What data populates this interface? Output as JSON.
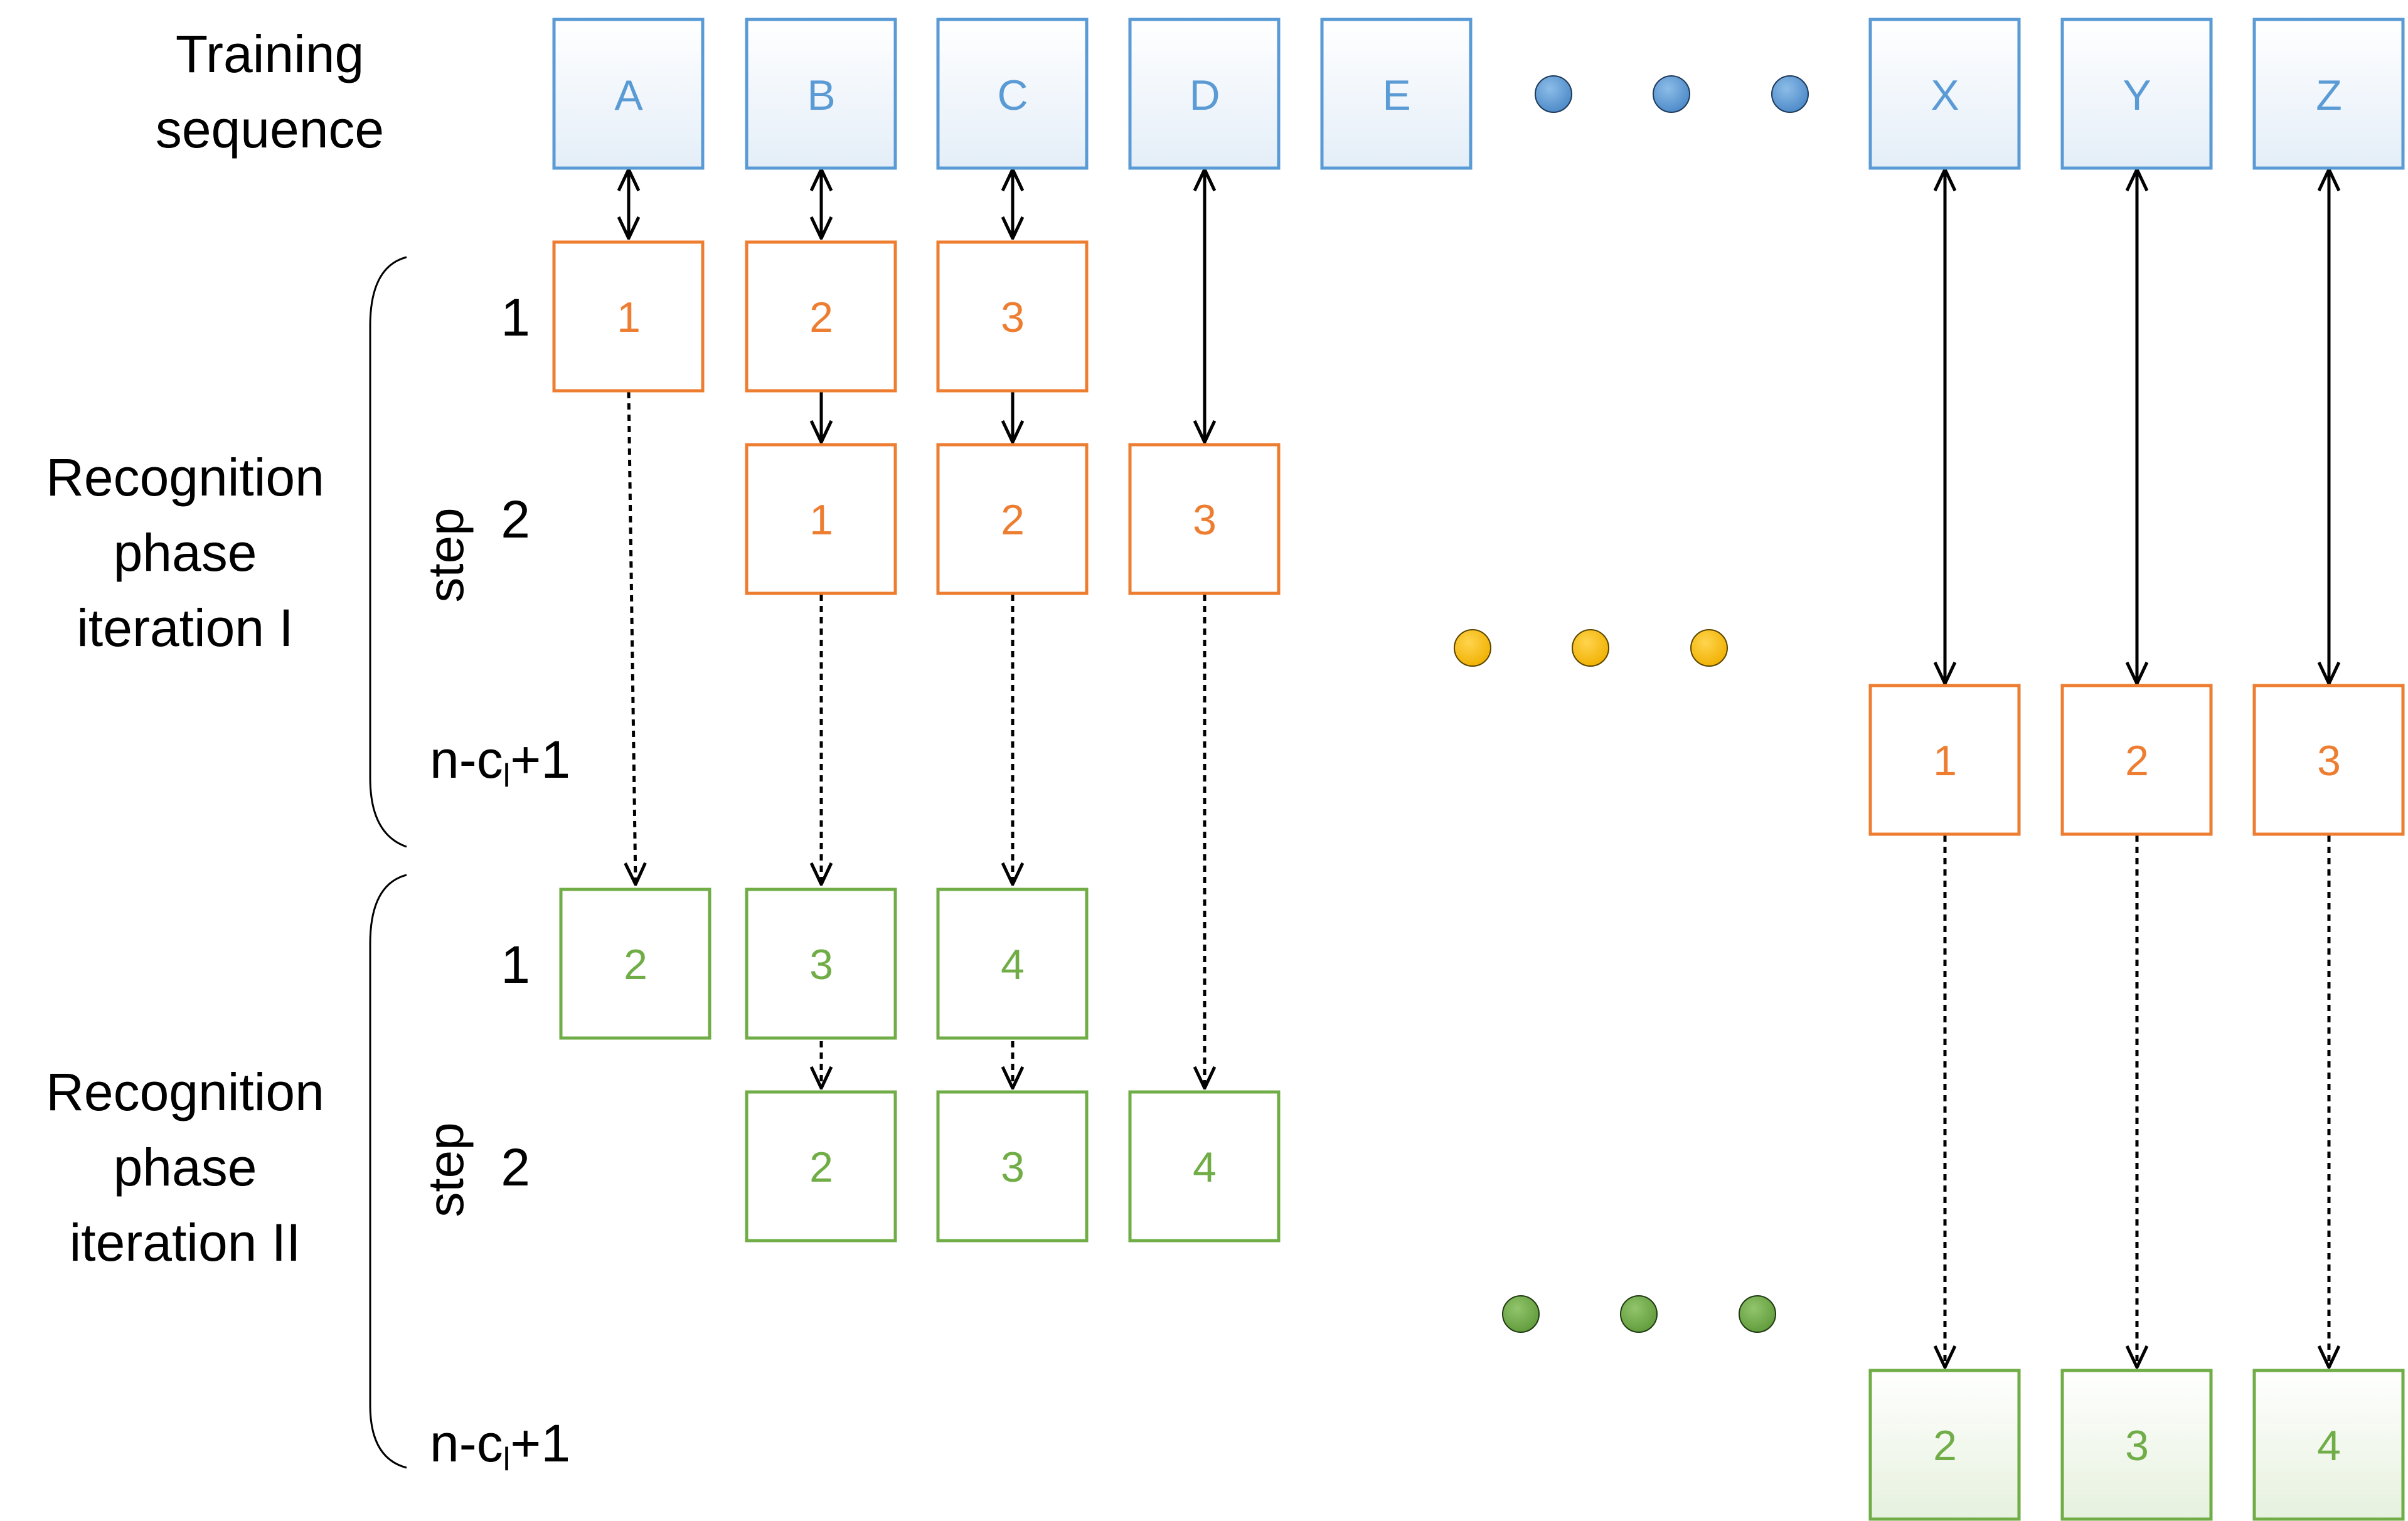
{
  "labels": {
    "training_line1": "Training",
    "training_line2": "sequence",
    "phase1_line1": "Recognition",
    "phase1_line2": "phase",
    "phase1_line3": "iteration I",
    "phase2_line1": "Recognition",
    "phase2_line2": "phase",
    "phase2_line3": "iteration II",
    "step": "step",
    "step_1": "1",
    "step_2": "2",
    "step_n_prefix": "n-c",
    "step_n_sub": "l",
    "step_n_suffix": "+1"
  },
  "training_sequence": [
    "A",
    "B",
    "C",
    "D",
    "E",
    "X",
    "Y",
    "Z"
  ],
  "phase1": {
    "step1": [
      "1",
      "2",
      "3"
    ],
    "step2": [
      "1",
      "2",
      "3"
    ],
    "stepn": [
      "1",
      "2",
      "3"
    ]
  },
  "phase2": {
    "step1": [
      "2",
      "3",
      "4"
    ],
    "step2": [
      "2",
      "3",
      "4"
    ],
    "stepn": [
      "2",
      "3",
      "4"
    ]
  },
  "colors": {
    "blue": "#5B9BD5",
    "orange": "#ED7D31",
    "green": "#70AD47",
    "yellow_dot": "#FFC000",
    "arrow": "#000000",
    "text": "#000000"
  }
}
